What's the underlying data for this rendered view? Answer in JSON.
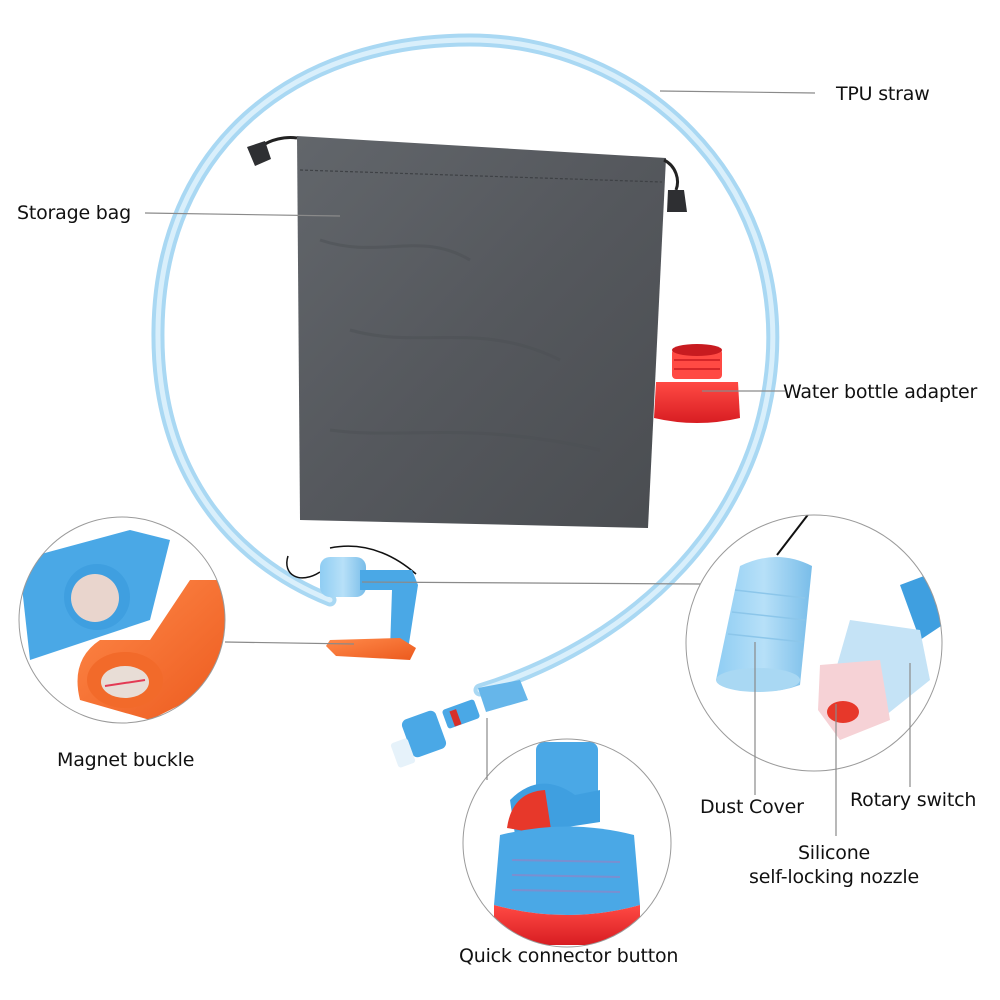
{
  "labels": {
    "tpu_straw": "TPU straw",
    "storage_bag": "Storage bag",
    "water_bottle_adapter": "Water bottle adapter",
    "magnet_buckle": "Magnet buckle",
    "dust_cover": "Dust Cover",
    "rotary_switch": "Rotary switch",
    "silicone_nozzle_line1": "Silicone",
    "silicone_nozzle_line2": "self-locking nozzle",
    "quick_connector_button": "Quick connector button"
  },
  "colors": {
    "tube": "#bfe3f6",
    "tube_edge": "#9fd0ee",
    "bag": "#5b5e63",
    "bag_dark": "#45484c",
    "adapter_red": "#e8282a",
    "connector_blue": "#3f9fe0",
    "buckle_orange": "#f2672a",
    "leader_line": "#8a8a8a",
    "detail_circle": "#9a9a9a"
  }
}
